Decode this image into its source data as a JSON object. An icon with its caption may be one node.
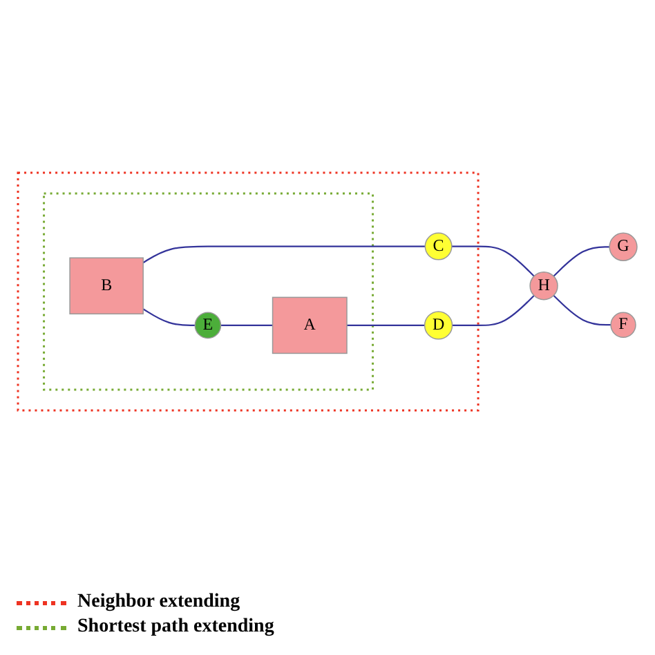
{
  "diagram": {
    "nodes": [
      {
        "text": [],
        "shape": "ellipse"
      },
      {
        "text": [],
        "shape": "ellipse",
        "in": 0
      },
      {
        "text": [
          "G"
        ]
      },
      {
        "text": [
          "B"
        ],
        "in": 1
      },
      {
        "text": [
          "C"
        ],
        "in": 0
      },
      {
        "text": [
          "H"
        ]
      },
      {
        "text": [
          "E"
        ],
        "in": 1
      },
      {
        "text": [
          "D"
        ],
        "in": 0
      },
      {
        "text": [
          "F"
        ]
      },
      {
        "text": [
          "A"
        ],
        "in": 1
      }
    ],
    "edges": [
      {
        "from": 3,
        "to": 6,
        "arrow": "none"
      },
      {
        "from": 3,
        "to": 4,
        "arrow": "none"
      },
      {
        "from": 4,
        "to": 5,
        "arrow": "none"
      },
      {
        "from": 6,
        "to": 9,
        "arrow": "none"
      },
      {
        "from": 9,
        "to": 7,
        "arrow": "none"
      },
      {
        "from": 7,
        "to": 5,
        "arrow": "none"
      },
      {
        "from": 5,
        "to": 2,
        "arrow": "none"
      },
      {
        "from": 5,
        "to": 8,
        "arrow": "none"
      }
    ],
    "legend": [
      {
        "text": "Neighbor extending"
      },
      {
        "text": "Shortest path extending"
      }
    ]
  }
}
